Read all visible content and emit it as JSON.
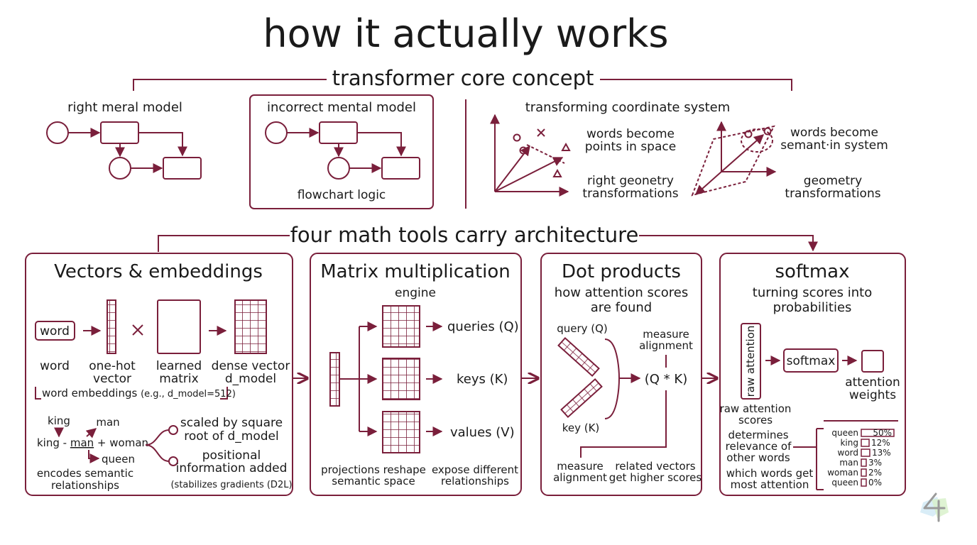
{
  "title": "how it actually works",
  "core": {
    "heading": "transformer core concept",
    "right_model": "right meral model",
    "incorrect_model": "incorrect mental model",
    "flowchart": "flowchart logic",
    "coord_title": "transforming coordinate system",
    "words_points_1": "words become",
    "words_points_2": "points in space",
    "right_geo_1": "right geonetry",
    "right_geo_2": "transformations",
    "words_sem_1": "words become",
    "words_sem_2": "semant·in system",
    "geo_1": "geometry",
    "geo_2": "transformations"
  },
  "tools_heading": "four math tools carry architecture",
  "vectors": {
    "title": "Vectors & embeddings",
    "word_box": "word",
    "word": "word",
    "onehot_1": "one-hot",
    "onehot_2": "vector",
    "learned_1": "learned",
    "learned_2": "matrix",
    "dense_1": "dense vector",
    "dense_2": "d_model",
    "embeddings_main": "word embeddings ",
    "embeddings_note": "(e.g., d_model=512)",
    "king": "king",
    "man": "man",
    "eq_1": "king - ",
    "eq_man": "man",
    "eq_2": " + woman",
    "queen": "queen",
    "encodes_1": "encodes semantic",
    "encodes_2": "relationships",
    "scaled_1": "scaled by square",
    "scaled_2": "root of d_model",
    "positional_1": "positional",
    "positional_2": "information added",
    "stabilizes": "(stabilizes gradients (D2L)"
  },
  "matrix": {
    "title": "Matrix multiplication",
    "engine": "engine",
    "queries": "queries (Q)",
    "keys": "keys (K)",
    "values": "values (V)",
    "proj_1": "projections reshape",
    "proj_2": "semantic space",
    "expose_1": "expose different",
    "expose_2": "relationships"
  },
  "dot": {
    "title": "Dot products",
    "sub_1": "how attention scores",
    "sub_2": "are found",
    "query": "query (Q)",
    "key": "key (K)",
    "measure_top_1": "measure",
    "measure_top_2": "alignment",
    "qk": "(Q * K)",
    "measure_bot_1": "measure",
    "measure_bot_2": "alignment",
    "related_1": "related vectors",
    "related_2": "get higher scores"
  },
  "softmax": {
    "title": "softmax",
    "sub_1": "turning scores into",
    "sub_2": "probabilities",
    "raw_vertical": "raw attention",
    "softmax_box": "softmax",
    "attn_1": "attention",
    "attn_2": "weights",
    "raw_1": "raw attention",
    "raw_2": "scores",
    "determines_1": "determines",
    "determines_2": "relevance of",
    "determines_3": "other words",
    "which_1": "which words get",
    "which_2": "most attention",
    "bars": [
      {
        "word": "queen",
        "pct_label": "50%",
        "value": 50
      },
      {
        "word": "king",
        "pct_label": "12%",
        "value": 12
      },
      {
        "word": "word",
        "pct_label": "13%",
        "value": 13
      },
      {
        "word": "man",
        "pct_label": "3%",
        "value": 3
      },
      {
        "word": "woman",
        "pct_label": "2%",
        "value": 2
      },
      {
        "word": "queen",
        "pct_label": "0%",
        "value": 0
      }
    ]
  },
  "colors": {
    "accent": "#7a1f3b",
    "text": "#1a1a1a",
    "background": "#ffffff"
  },
  "icons": {
    "logo": "colorful-4-logo-icon"
  }
}
